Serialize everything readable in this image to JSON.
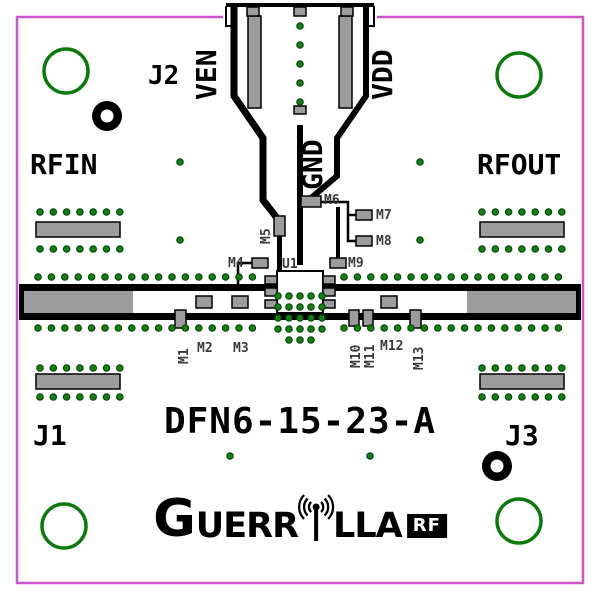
{
  "board": {
    "part_number": "DFN6-15-23-A",
    "connectors": {
      "j1": "J1",
      "j2": "J2",
      "j3": "J3"
    },
    "ports": {
      "rfin": "RFIN",
      "rfout": "RFOUT"
    },
    "nets": {
      "ven": "VEN",
      "vdd": "VDD",
      "gnd": "GND"
    },
    "refdes": {
      "u1": "U1",
      "m1": "M1",
      "m2": "M2",
      "m3": "M3",
      "m4": "M4",
      "m5": "M5",
      "m6": "M6",
      "m7": "M7",
      "m8": "M8",
      "m9": "M9",
      "m10": "M10",
      "m11": "M11",
      "m12": "M12",
      "m13": "M13"
    },
    "logo": {
      "g": "G",
      "uerr": "UERR",
      "lla": "LLA",
      "rf": "RF"
    },
    "colors": {
      "board_outline": "#cc55cc",
      "via_green": "#128012",
      "pad_gray": "#9c9c9c",
      "silkscreen": "#000000",
      "refdes_text": "#3a3a3a"
    }
  }
}
